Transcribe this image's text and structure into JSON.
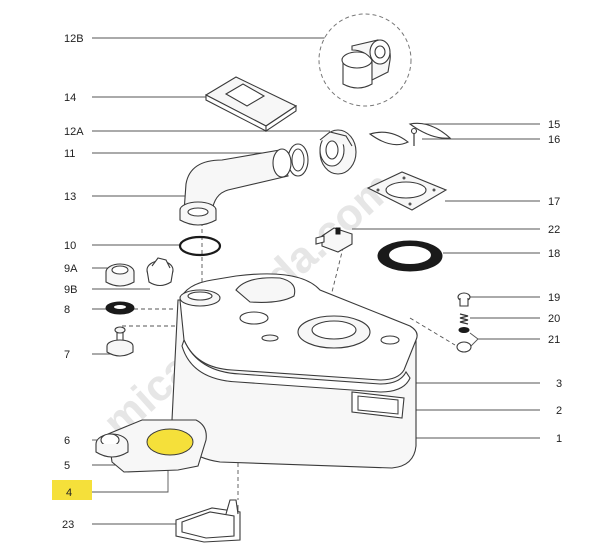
{
  "watermark": "micasarueda.com",
  "highlight_color": "#f5e03a",
  "label_color": "#222222",
  "callouts": {
    "c12B": "12B",
    "c14": "14",
    "c12A": "12A",
    "c11": "11",
    "c13": "13",
    "c10": "10",
    "c9A": "9A",
    "c9B": "9B",
    "c8": "8",
    "c7": "7",
    "c6": "6",
    "c5": "5",
    "c4": "4",
    "c23": "23",
    "c15": "15",
    "c16": "16",
    "c17": "17",
    "c22": "22",
    "c18": "18",
    "c19": "19",
    "c20": "20",
    "c21": "21",
    "c3": "3",
    "c2": "2",
    "c1": "1"
  }
}
